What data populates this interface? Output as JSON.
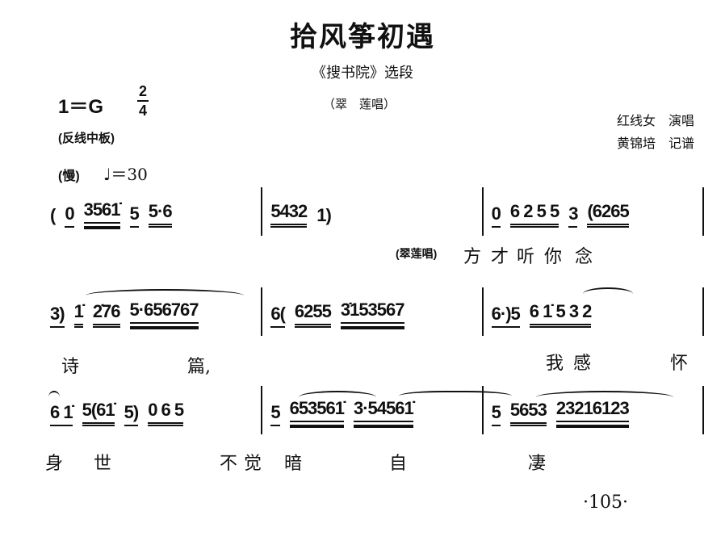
{
  "title": "拾风筝初遇",
  "subtitle": "《搜书院》选段",
  "genre": "（翠　莲唱）",
  "key": "1＝G",
  "time_signature": {
    "top": "2",
    "bottom": "4"
  },
  "style_marking": "(反线中板)",
  "tempo_word": "(慢)",
  "tempo": "♩＝30",
  "performers": [
    {
      "name": "红线女",
      "role": "演唱"
    },
    {
      "name": "黄锦培",
      "role": "记谱"
    }
  ],
  "rows": [
    {
      "measures": [
        [
          {
            "t": "(",
            "u": 0
          },
          {
            "t": "0",
            "u": 1
          },
          {
            "t": "3561̇",
            "u": 3
          },
          {
            "t": "5",
            "u": 1
          },
          {
            "t": "5·6",
            "u": 2
          }
        ],
        [
          {
            "t": "5432",
            "u": 2
          },
          {
            "t": "1)",
            "u": 0
          }
        ],
        [
          {
            "t": "0",
            "u": 1
          },
          {
            "t": "6 2 5 5",
            "u": 2
          },
          {
            "t": "3",
            "u": 1
          },
          {
            "t": "(6265",
            "u": 2
          }
        ]
      ],
      "singer_tag": "(翠莲唱)",
      "lyrics": [
        "方",
        "才",
        "听",
        "你",
        "念"
      ]
    },
    {
      "measures": [
        [
          {
            "t": "3)",
            "u": 1
          },
          {
            "t": "1̇",
            "u": 2
          },
          {
            "t": "2̇76",
            "u": 2
          },
          {
            "t": "5·656767",
            "u": 3
          }
        ],
        [
          {
            "t": "6(",
            "u": 1
          },
          {
            "t": "6255",
            "u": 2
          },
          {
            "t": "3̇153567",
            "u": 3
          }
        ],
        [
          {
            "t": "6·)5",
            "u": 1
          },
          {
            "t": "6 1̇ 5 3 2",
            "u": 2
          }
        ]
      ],
      "lyrics": [
        "诗",
        "篇,",
        "我",
        "感",
        "怀"
      ]
    },
    {
      "measures": [
        [
          {
            "t": "6 1̇",
            "u": 1
          },
          {
            "t": "5(61̇",
            "u": 2
          },
          {
            "t": "5)",
            "u": 1
          },
          {
            "t": "0 6 5",
            "u": 2
          }
        ],
        [
          {
            "t": "5",
            "u": 1
          },
          {
            "t": "653561̇",
            "u": 3
          },
          {
            "t": "3·54561̇",
            "u": 3
          }
        ],
        [
          {
            "t": "5",
            "u": 1
          },
          {
            "t": "5653",
            "u": 2
          },
          {
            "t": "23216123",
            "u": 3
          }
        ]
      ],
      "lyrics": [
        "身",
        "世",
        "不",
        "觉",
        "暗",
        "自",
        "凄"
      ]
    }
  ],
  "page_number": "·105·"
}
